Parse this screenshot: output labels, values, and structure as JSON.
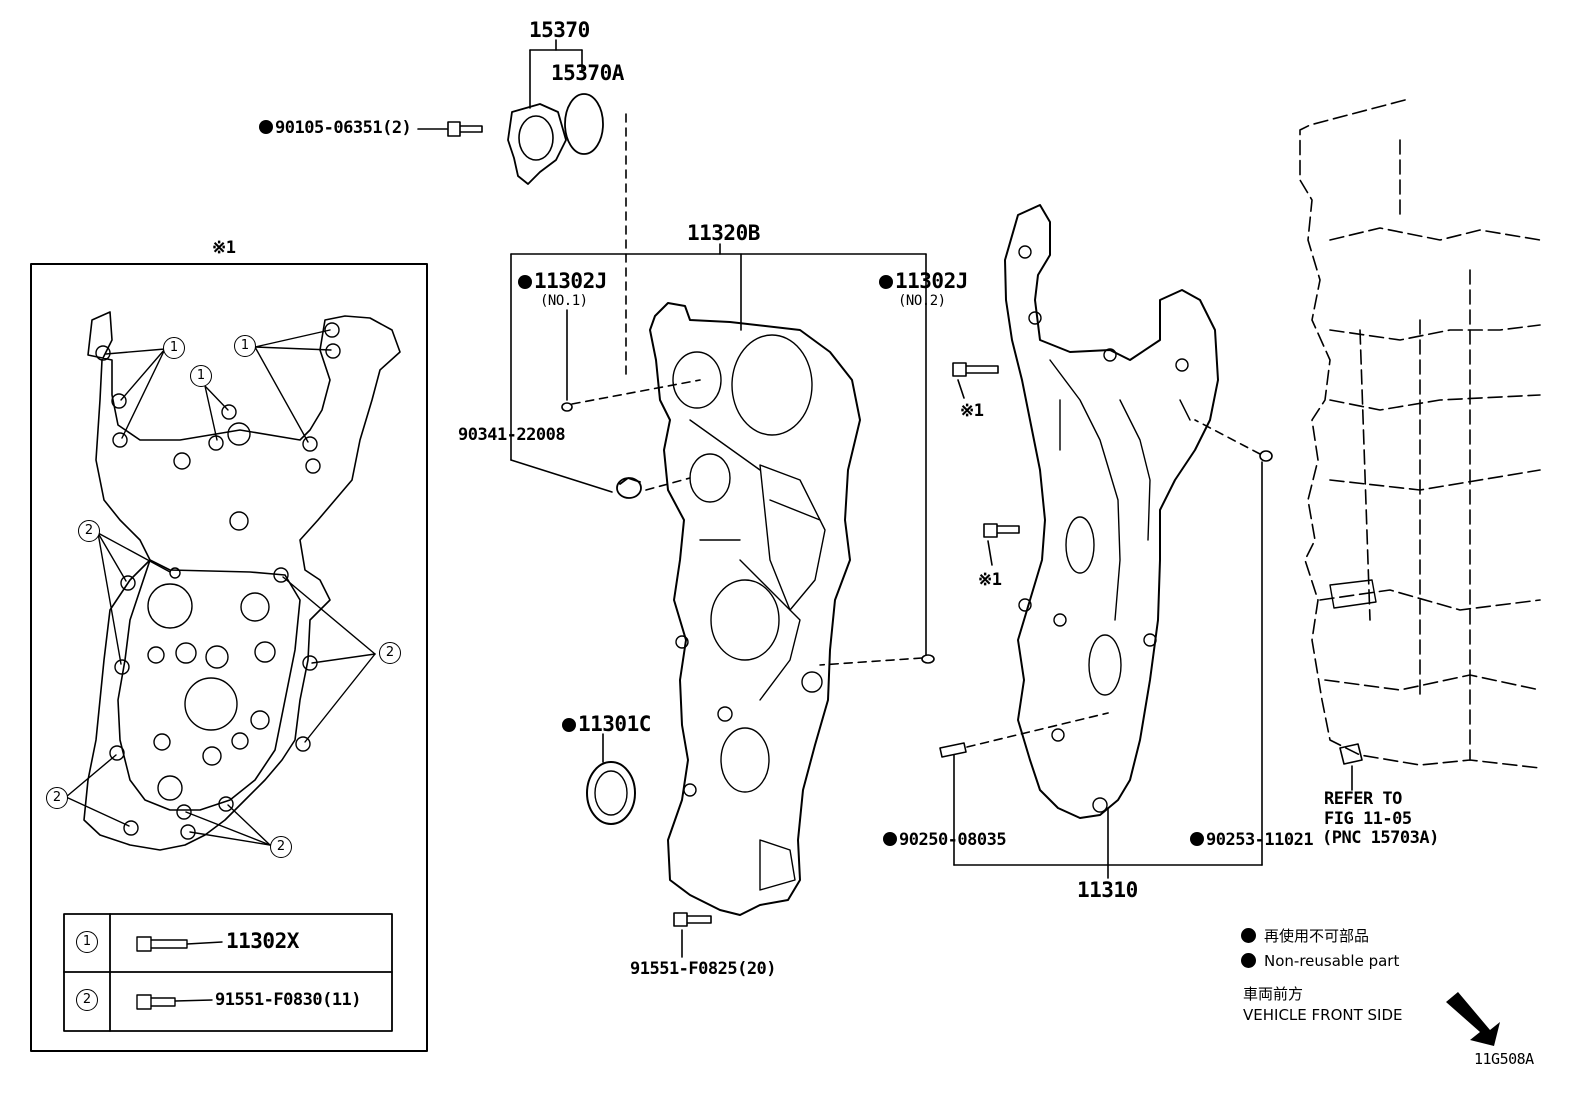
{
  "labels": {
    "p15370": "15370",
    "p15370a": "15370A",
    "bolt_9010506351": "90105-06351(2)",
    "p11320b": "11320B",
    "p11302j_a": "11302J",
    "no1": "(NO.1)",
    "p11302j_b": "11302J",
    "no2": "(NO.2)",
    "p9034122008": "90341-22008",
    "p11301c": "11301C",
    "p9155108825": "91551-F0825(20)",
    "p9025008035": "90250-08035",
    "p9025311021": "90253-11021",
    "p11310": "11310",
    "refer": "REFER TO",
    "fig": "FIG 11-05",
    "pnc": "(PNC 15703A)",
    "note1_a": "※1",
    "note1_b": "※1",
    "note1_box": "※1",
    "diagram_id": "11G508A"
  },
  "inset": {
    "callout_1": "1",
    "callout_2": "2",
    "table": [
      {
        "key": "1",
        "part": "11302X"
      },
      {
        "key": "2",
        "part": "91551-F0830(11)"
      }
    ]
  },
  "legend": {
    "ja": "再使用不可部品",
    "en": "Non-reusable part",
    "front_ja": "車両前方",
    "front_en": "VEHICLE FRONT SIDE"
  }
}
